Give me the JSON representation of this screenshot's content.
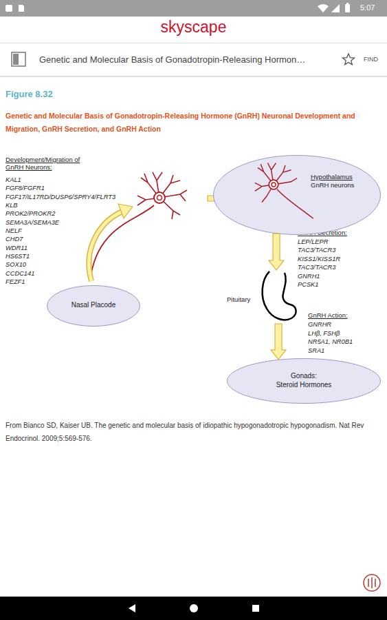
{
  "diagram": {
    "title": "Genetic and Molecular Basis of Gonadotropin-Releasing Hormone (GnRH) Neuronal Development and Migration, GnRH Secretion, and GnRH Action",
    "caption": "From Bianco SD, Kaiser UB. The genetic and molecular basis of idiopathic hypogonadotropic hypogonadism. Nat Rev Endocrinol. 2009;5:569-576.",
    "nodes": [
      {
        "text": [
          "Nasal Placode"
        ]
      },
      {
        "text": [
          "Hypothalamus",
          "GnRH neurons"
        ]
      },
      {
        "text": [
          "Pituitary"
        ]
      },
      {
        "text": [
          "Gonads:",
          "Steroid Hormones"
        ]
      }
    ],
    "edges": [
      {
        "from": 1,
        "to": 2,
        "arrow": "to"
      },
      {
        "from": 2,
        "to": 3,
        "arrow": "to"
      }
    ],
    "labels": [
      "5:07",
      "skyscape",
      "Genetic and Molecular Basis of Gonadotropin-Releasing Hormon…",
      "FIND",
      "Figure 8.32",
      "Development/Migration of GnRH Neurons:",
      "KAL1",
      "FGF8/FGFR1",
      "FGF17/IL17RD/DUSP6/SPRY4/FLRT3",
      "KLB",
      "PROK2/PROKR2",
      "SEMA3A/SEMA3E",
      "NELF",
      "CHD7",
      "WDR11",
      "HS6ST1",
      "SOX10",
      "CCDC141",
      "FEZF1",
      "GnRH Secretion:",
      "LEP/LEPR",
      "TAC3/TACR3",
      "KISS1/KISS1R",
      "TAC3/TACR3",
      "GNRH1",
      "PCSK1",
      "GnRH Action:",
      "GNRHR",
      "LHβ, FSHβ",
      "NR5A1, NR0B1",
      "SRA1"
    ]
  }
}
